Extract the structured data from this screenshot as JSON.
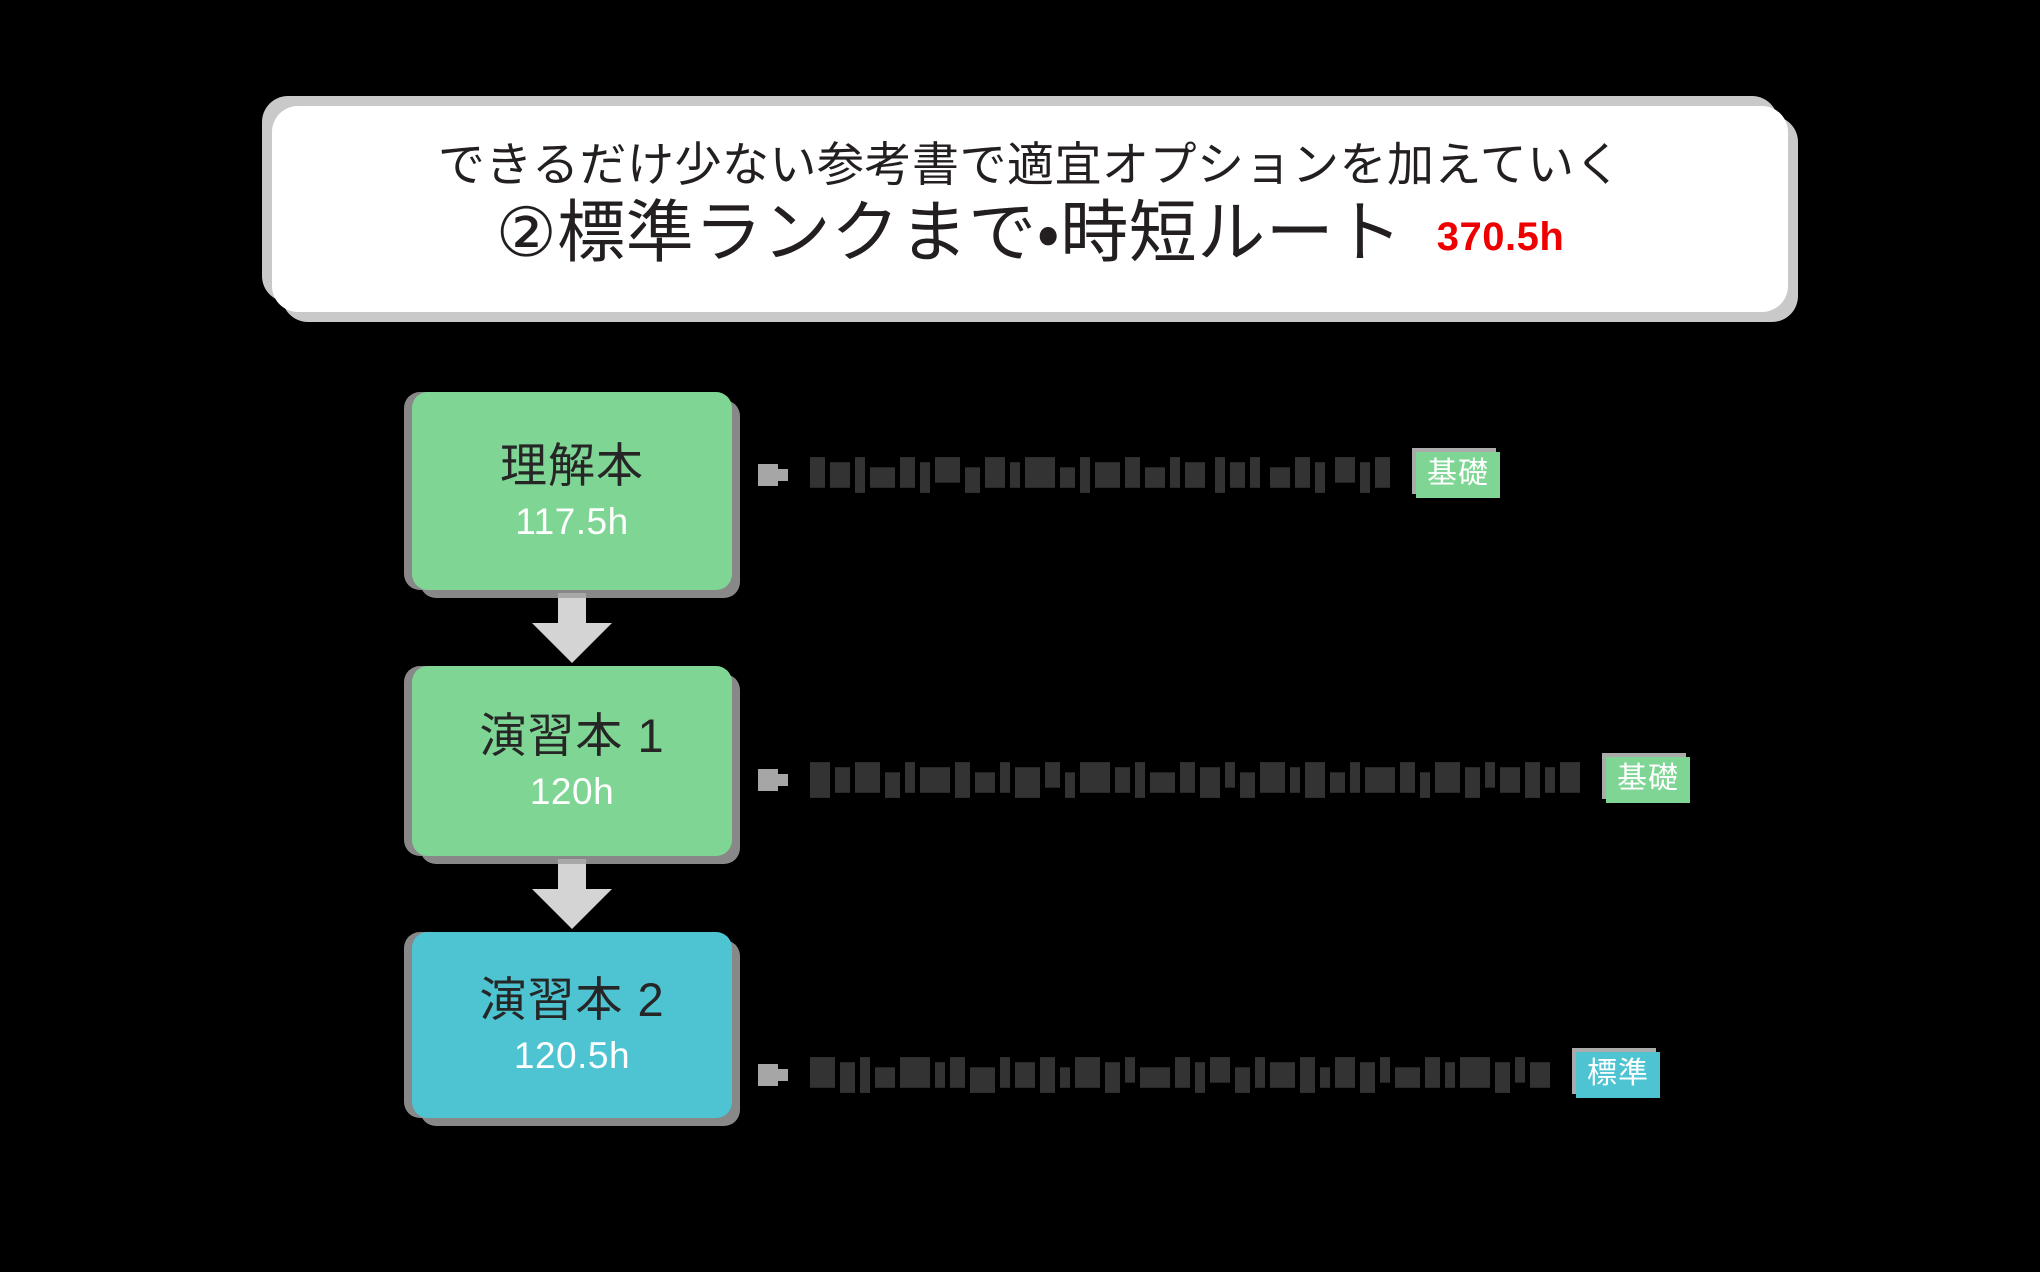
{
  "header": {
    "subtitle": "できるだけ少ない参考書で適宜オプションを加えていく",
    "title": "②標準ランクまで・時短ルート",
    "total_hours": "370.5h",
    "total_hours_color": "#ee0000",
    "background": "#ffffff",
    "shadow_color": "#c9c9c9"
  },
  "palette": {
    "canvas": "#000000",
    "green": "#7fd694",
    "blue": "#4ec4d3",
    "arrow_gray": "#d4d4d4",
    "bullet_gray": "#a6a6a6",
    "box_shadow_gray": "#a0a0a0",
    "dark_text": "#262626",
    "white_text": "#ffffff"
  },
  "flow": {
    "steps": [
      {
        "id": "step-1",
        "label": "理解本",
        "hours": "117.5h",
        "color": "#7fd694",
        "color_name": "green"
      },
      {
        "id": "step-2",
        "label": "演習本 1",
        "hours": "120h",
        "color": "#7fd694",
        "color_name": "green"
      },
      {
        "id": "step-3",
        "label": "演習本 2",
        "hours": "120.5h",
        "color": "#4ec4d3",
        "color_name": "blue"
      }
    ],
    "connectors": [
      {
        "id": "arrow-1",
        "icon": "arrow-down-icon",
        "color": "#d4d4d4"
      },
      {
        "id": "arrow-2",
        "icon": "arrow-down-icon",
        "color": "#d4d4d4"
      }
    ]
  },
  "book_rows": [
    {
      "id": "book-row-1",
      "bullet_icon": "bullet-marker-icon",
      "title_state": "redacted",
      "title_text": "",
      "title_width": 600,
      "rank_label": "基礎",
      "rank_color": "#7fd694",
      "rank_color_name": "green"
    },
    {
      "id": "book-row-2",
      "bullet_icon": "bullet-marker-icon",
      "title_state": "redacted",
      "title_text": "",
      "title_width": 790,
      "rank_label": "基礎",
      "rank_color": "#7fd694",
      "rank_color_name": "green"
    },
    {
      "id": "book-row-3",
      "bullet_icon": "bullet-marker-icon",
      "title_state": "redacted",
      "title_text": "",
      "title_width": 760,
      "rank_label": "標準",
      "rank_color": "#4ec4d3",
      "rank_color_name": "blue"
    }
  ]
}
